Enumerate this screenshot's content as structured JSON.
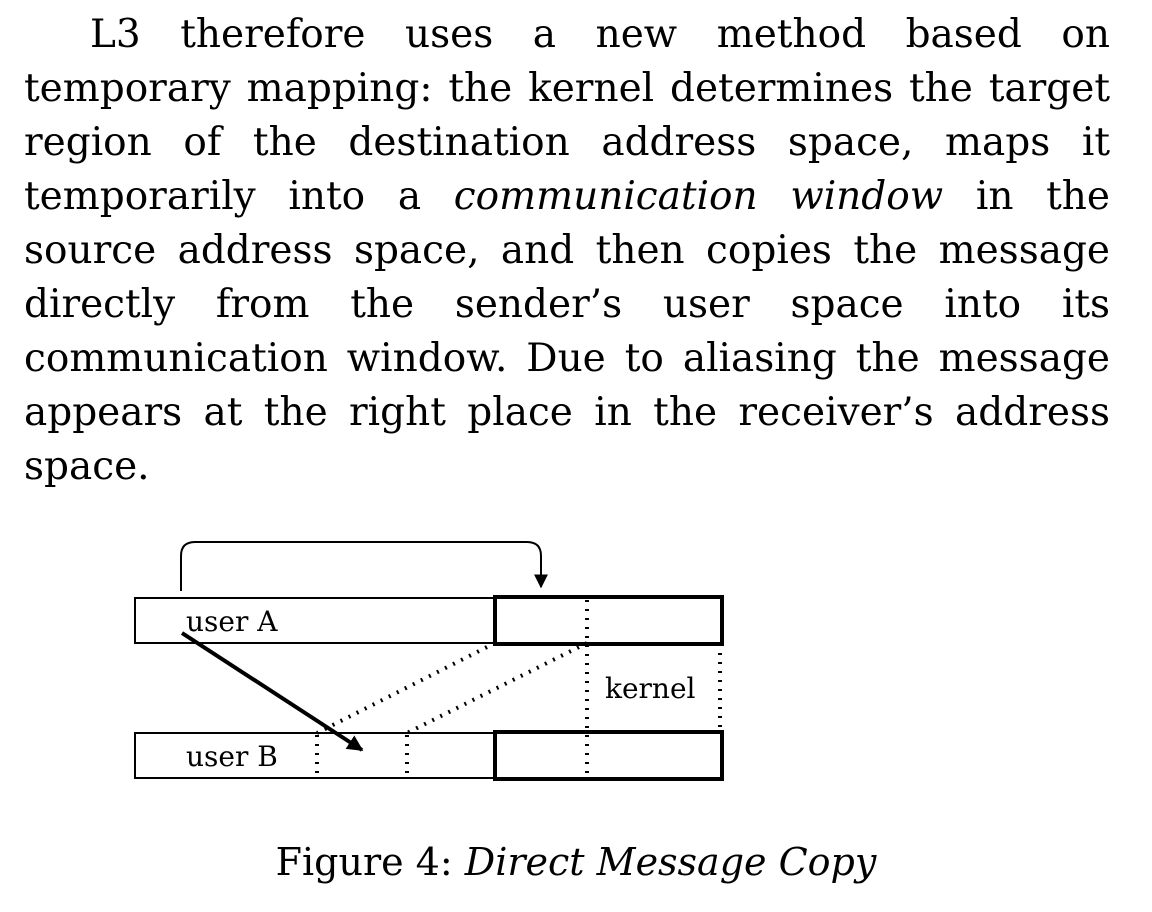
{
  "paragraph": {
    "part1": "L3 therefore uses a new method based on temporary mapping: the kernel determines the target region of the destination address space, maps it temporarily into a ",
    "emph": "communication window",
    "part2": " in the source address space, and then copies the message directly from the sender’s user space into its communication window. Due to aliasing the message appears at the right place in the receiver’s address space."
  },
  "figure": {
    "label_user_a": "user A",
    "label_user_b": "user B",
    "label_kernel": "kernel"
  },
  "caption": {
    "prefix": "Figure 4:",
    "title": "Direct Message Copy"
  }
}
